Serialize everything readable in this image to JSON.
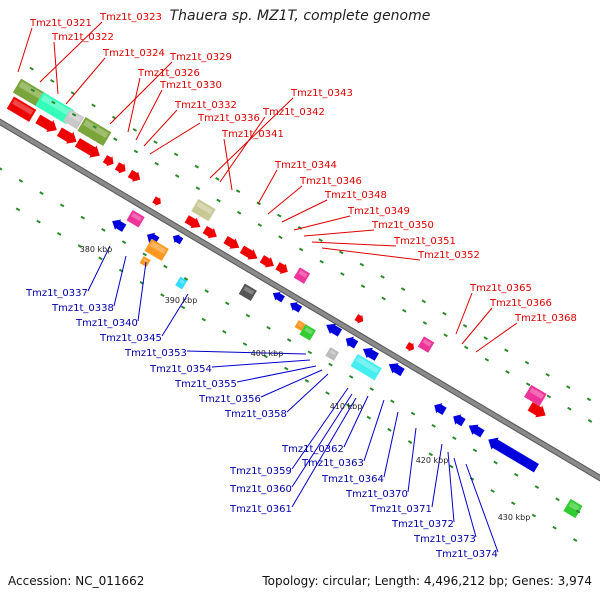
{
  "title": "Thauera sp. MZ1T, complete genome",
  "footer": {
    "accession": "Accession: NC_011662",
    "summary": "Topology: circular; Length: 4,496,212 bp; Genes: 3,974"
  },
  "colors": {
    "forward": "#ee0000",
    "reverse": "#0000dd",
    "backbone": "#8a8a8a",
    "tick": "#2a8a2a"
  },
  "scale_labels": [
    "380 kbp",
    "390 kbp",
    "400 kbp",
    "410 kbp",
    "420 kbp",
    "430 kbp"
  ],
  "forward_labels": [
    "Tmz1t_0321",
    "Tmz1t_0323",
    "Tmz1t_0322",
    "Tmz1t_0324",
    "Tmz1t_0329",
    "Tmz1t_0326",
    "Tmz1t_0330",
    "Tmz1t_0332",
    "Tmz1t_0343",
    "Tmz1t_0336",
    "Tmz1t_0342",
    "Tmz1t_0341",
    "Tmz1t_0344",
    "Tmz1t_0346",
    "Tmz1t_0348",
    "Tmz1t_0349",
    "Tmz1t_0350",
    "Tmz1t_0351",
    "Tmz1t_0352",
    "Tmz1t_0365",
    "Tmz1t_0366",
    "Tmz1t_0368"
  ],
  "reverse_labels": [
    "Tmz1t_0337",
    "Tmz1t_0338",
    "Tmz1t_0340",
    "Tmz1t_0345",
    "Tmz1t_0353",
    "Tmz1t_0354",
    "Tmz1t_0355",
    "Tmz1t_0356",
    "Tmz1t_0358",
    "Tmz1t_0362",
    "Tmz1t_0363",
    "Tmz1t_0359",
    "Tmz1t_0364",
    "Tmz1t_0360",
    "Tmz1t_0370",
    "Tmz1t_0361",
    "Tmz1t_0371",
    "Tmz1t_0372",
    "Tmz1t_0373",
    "Tmz1t_0374"
  ]
}
